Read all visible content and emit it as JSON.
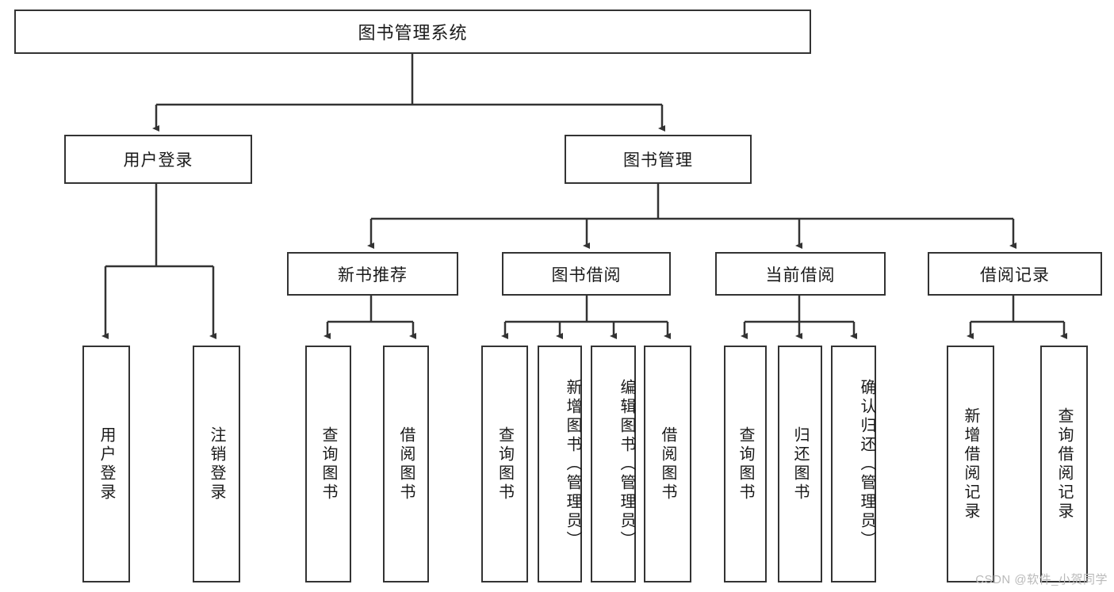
{
  "diagram": {
    "type": "tree",
    "title": "图书管理系统",
    "root": {
      "label": "图书管理系统"
    },
    "level1": [
      {
        "id": "user-login",
        "label": "用户登录"
      },
      {
        "id": "book-manage",
        "label": "图书管理"
      }
    ],
    "level2": [
      {
        "id": "new-book-recommend",
        "label": "新书推荐",
        "parent": "book-manage"
      },
      {
        "id": "book-borrow",
        "label": "图书借阅",
        "parent": "book-manage"
      },
      {
        "id": "current-borrow",
        "label": "当前借阅",
        "parent": "book-manage"
      },
      {
        "id": "borrow-record",
        "label": "借阅记录",
        "parent": "book-manage"
      }
    ],
    "leaves": [
      {
        "id": "leaf-user-login",
        "label": "用户登录",
        "parent": "user-login"
      },
      {
        "id": "leaf-logout-login",
        "label": "注销登录",
        "parent": "user-login"
      },
      {
        "id": "leaf-query-book-1",
        "label": "查询图书",
        "parent": "new-book-recommend"
      },
      {
        "id": "leaf-borrow-book-1",
        "label": "借阅图书",
        "parent": "new-book-recommend"
      },
      {
        "id": "leaf-query-book-2",
        "label": "查询图书",
        "parent": "book-borrow"
      },
      {
        "id": "leaf-add-book",
        "label": "新增图书（管理员）",
        "parent": "book-borrow"
      },
      {
        "id": "leaf-edit-book",
        "label": "编辑图书（管理员）",
        "parent": "book-borrow"
      },
      {
        "id": "leaf-borrow-book-2",
        "label": "借阅图书",
        "parent": "book-borrow"
      },
      {
        "id": "leaf-query-book-3",
        "label": "查询图书",
        "parent": "current-borrow"
      },
      {
        "id": "leaf-return-book",
        "label": "归还图书",
        "parent": "current-borrow"
      },
      {
        "id": "leaf-confirm-return",
        "label": "确认归还（管理员）",
        "parent": "current-borrow"
      },
      {
        "id": "leaf-add-record",
        "label": "新增借阅记录",
        "parent": "borrow-record"
      },
      {
        "id": "leaf-query-record",
        "label": "查询借阅记录",
        "parent": "borrow-record"
      }
    ]
  },
  "watermark": {
    "text": "CSDN @软件_小贺同学"
  },
  "colors": {
    "border": "#333333",
    "background": "#ffffff",
    "text": "#1a1a1a",
    "watermark": "#b9b9b9"
  }
}
